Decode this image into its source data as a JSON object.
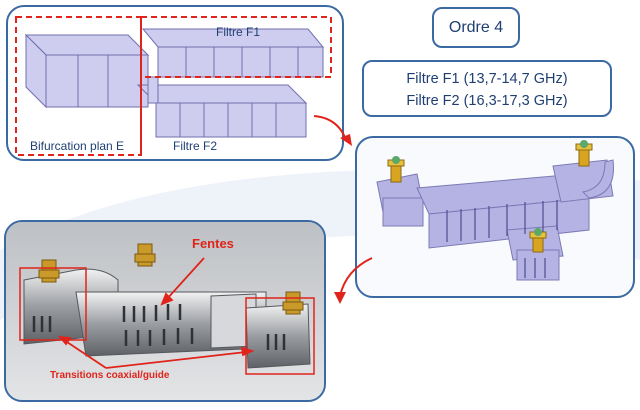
{
  "order_label": "Ordre 4",
  "filter_specs": [
    "Filtre F1 (13,7-14,7 GHz)",
    "Filtre F2 (16,3-17,3 GHz)"
  ],
  "schematic": {
    "label_f1": "Filtre F1",
    "label_f2": "Filtre F2",
    "label_bifurcation": "Bifurcation plan E"
  },
  "photo": {
    "label_slots": "Fentes",
    "label_transitions": "Transitions coaxial/guide"
  },
  "colors": {
    "border": "#3b6aa3",
    "text": "#1f3f73",
    "dashed": "#e0241b",
    "waveguide_fill": "#c9c8ec",
    "waveguide_stroke": "#6f6fae"
  }
}
